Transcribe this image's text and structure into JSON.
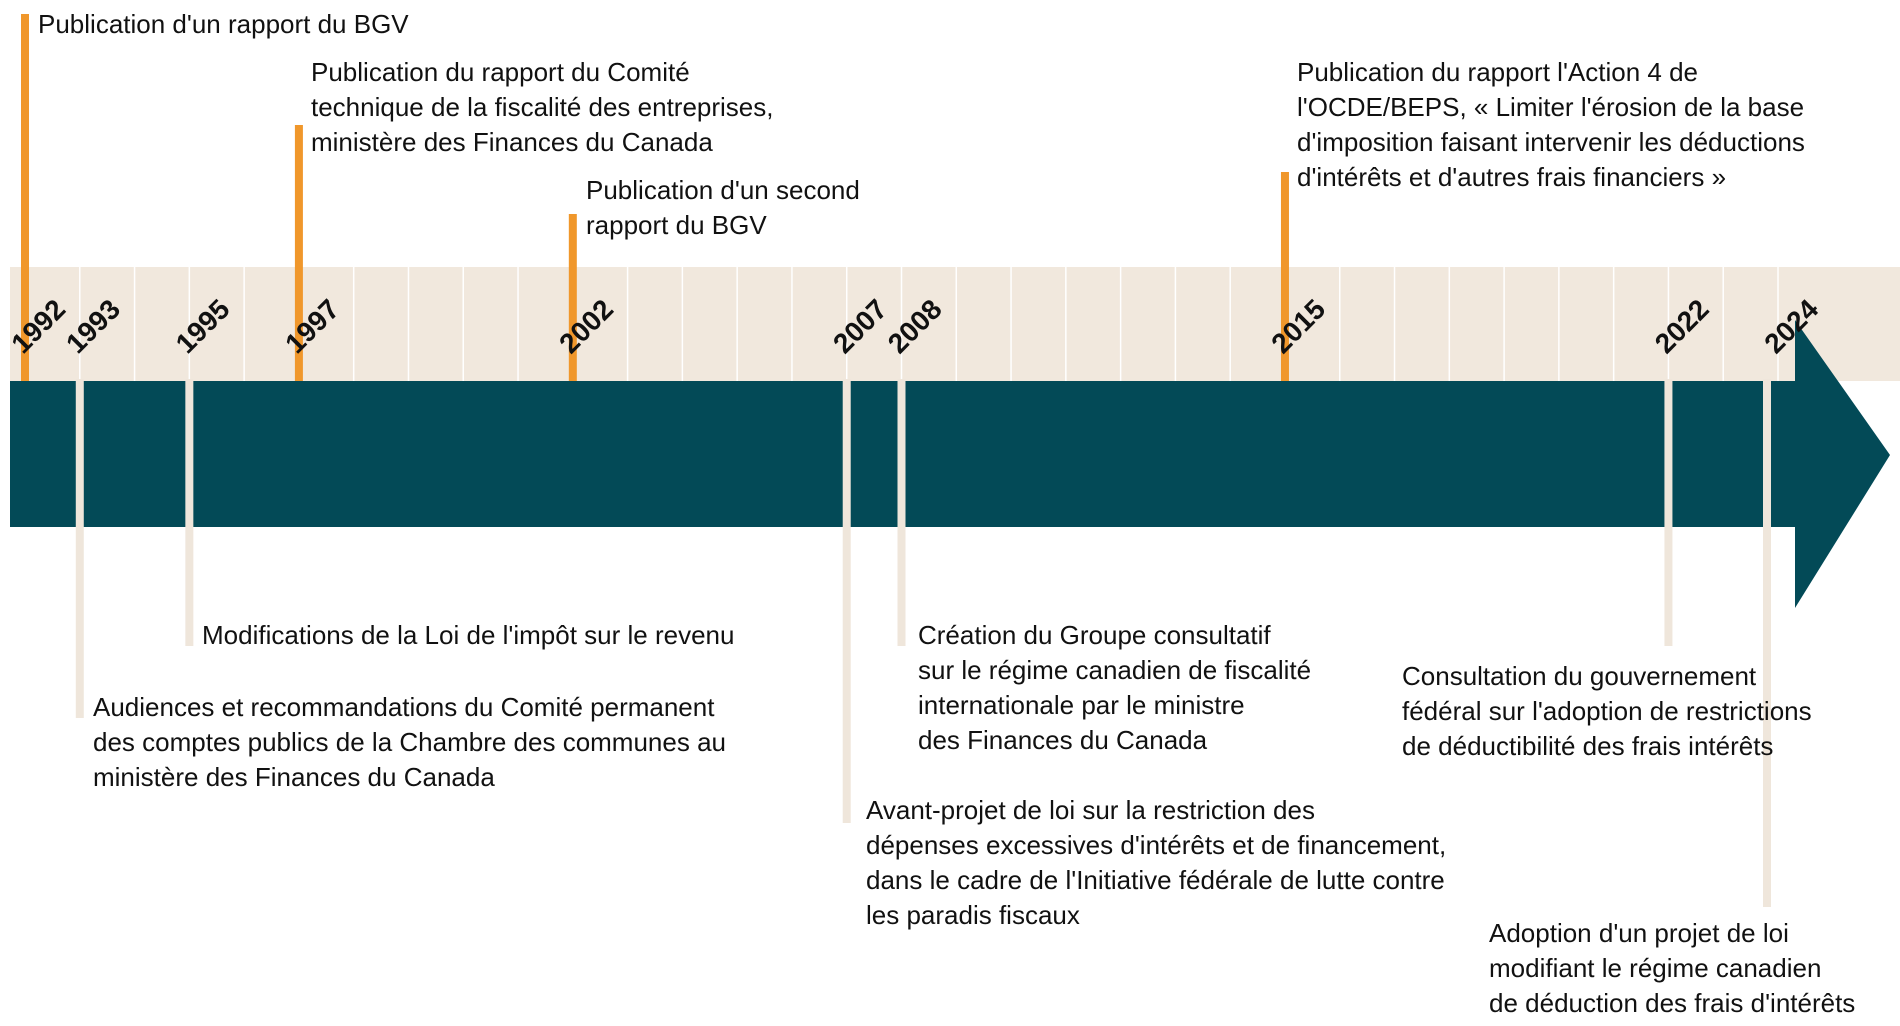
{
  "colors": {
    "band": "#f1e8dd",
    "band_gridline": "#ffffff",
    "arrow": "#034a57",
    "top_marker": "#f0972b",
    "bottom_marker": "#efe6db",
    "text": "#111111"
  },
  "timeline": {
    "first_year": 1992,
    "last_year": 2024,
    "years": [
      "1992",
      "1993",
      "1995",
      "1997",
      "2002",
      "2007",
      "2008",
      "2015",
      "2022",
      "2024"
    ]
  },
  "events_above": [
    {
      "year": 1992,
      "lines": [
        "Publication d'un rapport du BGV"
      ]
    },
    {
      "year": 1997,
      "lines": [
        "Publication du rapport du Comité",
        "technique de la fiscalité des entreprises,",
        "ministère des Finances du Canada"
      ]
    },
    {
      "year": 2002,
      "lines": [
        "Publication d'un second",
        "rapport du BGV"
      ]
    },
    {
      "year": 2015,
      "lines": [
        "Publication du rapport  l'Action 4 de",
        "l'OCDE/BEPS, « Limiter l'érosion de la base",
        "d'imposition faisant intervenir les déductions",
        "d'intérêts et d'autres frais financiers »"
      ]
    }
  ],
  "events_below": [
    {
      "year": 1993,
      "lines": [
        "Audiences et recommandations du Comité permanent",
        "des comptes publics de la Chambre des communes au",
        "ministère des Finances du Canada"
      ]
    },
    {
      "year": 1995,
      "lines": [
        "Modifications de la Loi de l'impôt sur le revenu"
      ]
    },
    {
      "year": 2007,
      "lines": [
        "Avant-projet de loi sur la restriction des",
        "dépenses excessives d'intérêts et de financement,",
        "dans le cadre de l'Initiative fédérale de lutte contre",
        "les paradis fiscaux"
      ]
    },
    {
      "year": 2008,
      "lines": [
        "Création du Groupe consultatif",
        "sur le régime canadien de fiscalité",
        "internationale par le ministre",
        "des Finances du Canada"
      ]
    },
    {
      "year": 2022,
      "lines": [
        "Consultation du gouvernement",
        "fédéral sur l'adoption de restrictions",
        "de déductibilité des frais intérêts"
      ]
    },
    {
      "year": 2024,
      "lines": [
        "Adoption d'un projet de loi",
        "modifiant le régime canadien",
        "de déduction des frais d'intérêts"
      ]
    }
  ]
}
